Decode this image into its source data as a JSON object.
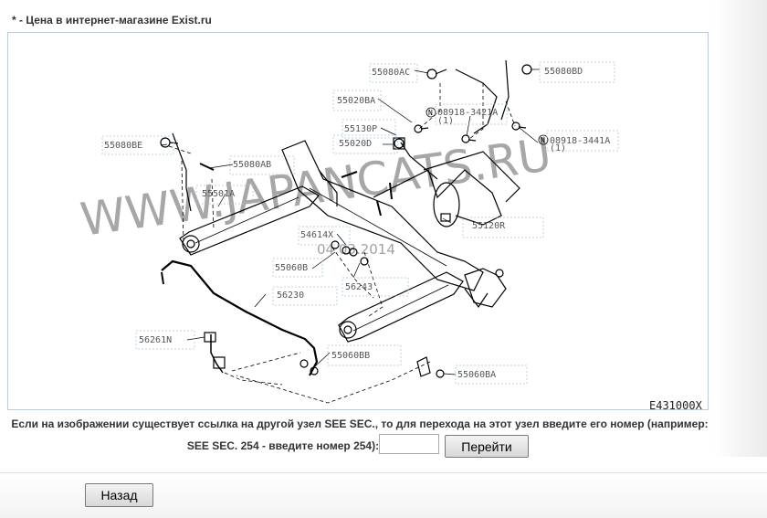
{
  "price_note": "* - Цена в интернет-магазине Exist.ru",
  "diagram": {
    "watermark": "WWW.JAPANCATS.RU",
    "watermark_date": "04.03.2014",
    "figure_code": "E431000X",
    "callouts": {
      "c55080AC": "55080AC",
      "c55080BD": "55080BD",
      "c55020BA": "55020BA",
      "c08918_3421A": "08918-3421A",
      "c08918_3421A_qty": "(1)",
      "c55130P": "55130P",
      "c55020D": "55020D",
      "c08918_3441A": "08918-3441A",
      "c08918_3441A_qty": "(1)",
      "c55080BE": "55080BE",
      "c55080AB": "55080AB",
      "c55501A": "55501A",
      "c55120R": "55120R",
      "c54614X": "54614X",
      "c55060B": "55060B",
      "c56243": "56243",
      "c56230": "56230",
      "c56261N": "56261N",
      "c55060BB": "55060BB",
      "c55060BA": "55060BA"
    }
  },
  "see_sec": {
    "line1": "Если на изображении существует ссылка на другой узел SEE SEC., то для перехода на этот узел введите его номер (например:",
    "line2": "SEE SEC. 254 - введите номер 254):",
    "input_value": "",
    "go_label": "Перейти"
  },
  "back_label": "Назад"
}
